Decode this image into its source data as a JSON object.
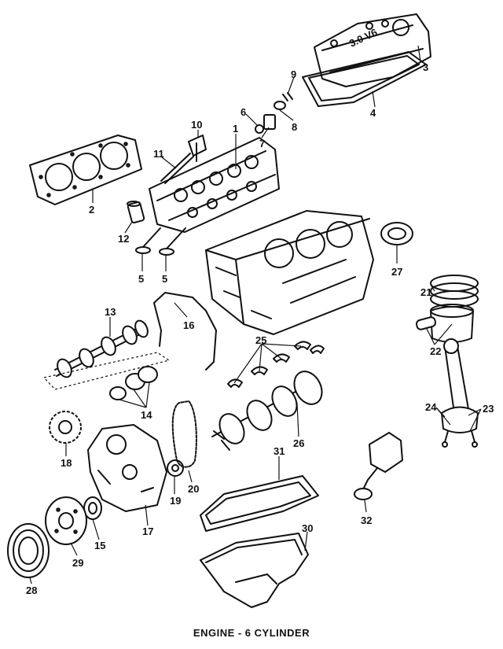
{
  "caption": "ENGINE - 6 CYLINDER",
  "cover_embossing": "3.0 V6",
  "callouts": [
    "1",
    "2",
    "3",
    "4",
    "5",
    "5",
    "6",
    "7",
    "8",
    "9",
    "10",
    "11",
    "12",
    "13",
    "14",
    "15",
    "16",
    "17",
    "18",
    "19",
    "20",
    "21",
    "22",
    "23",
    "24",
    "25",
    "26",
    "27",
    "28",
    "29",
    "30",
    "31",
    "32"
  ]
}
